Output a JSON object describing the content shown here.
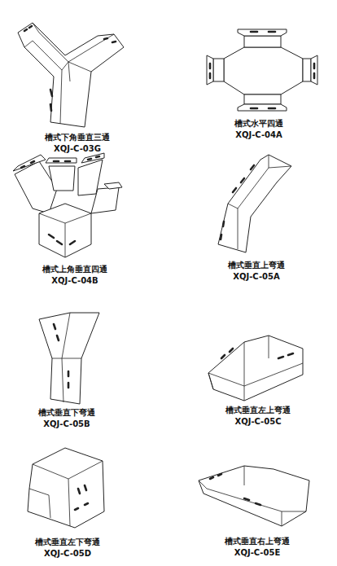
{
  "diagram": {
    "labels": [
      "槽式下角垂直三通",
      "XQJ-C-03G",
      "槽式水平四通",
      "XQJ-C-04A",
      "槽式上角垂直四通",
      "XQJ-C-04B",
      "槽式垂直上弯通",
      "XQJ-C-05A",
      "槽式垂直下弯通",
      "XQJ-C-05B",
      "槽式垂直左上弯通",
      "XQJ-C-05C",
      "槽式垂直左下弯通",
      "XQJ-C-05D",
      "槽式垂直右上弯通",
      "XQJ-C-05E"
    ]
  }
}
